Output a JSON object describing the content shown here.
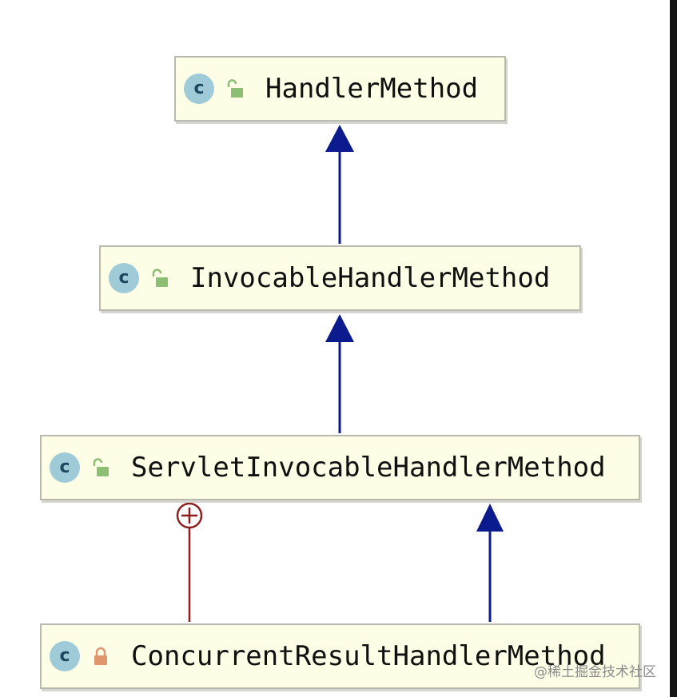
{
  "nodes": [
    {
      "id": "handler-method",
      "name": "HandlerMethod",
      "icon_letter": "c",
      "visibility": "public"
    },
    {
      "id": "invocable-handler-method",
      "name": "InvocableHandlerMethod",
      "icon_letter": "c",
      "visibility": "public"
    },
    {
      "id": "servlet-invocable-handler-method",
      "name": "ServletInvocableHandlerMethod",
      "icon_letter": "c",
      "visibility": "public"
    },
    {
      "id": "concurrent-result-handler-method",
      "name": "ConcurrentResultHandlerMethod",
      "icon_letter": "c",
      "visibility": "private"
    }
  ],
  "edges": [
    {
      "from": "invocable-handler-method",
      "to": "handler-method",
      "kind": "extends"
    },
    {
      "from": "servlet-invocable-handler-method",
      "to": "invocable-handler-method",
      "kind": "extends"
    },
    {
      "from": "concurrent-result-handler-method",
      "to": "servlet-invocable-handler-method",
      "kind": "extends"
    },
    {
      "from": "concurrent-result-handler-method",
      "to": "servlet-invocable-handler-method",
      "kind": "inner-class"
    }
  ],
  "colors": {
    "node_bg": "#fefee6",
    "class_icon": "#9fcbd8",
    "public_lock": "#8cbf74",
    "private_lock": "#e0956c",
    "extends_arrow": "#0b1a8c",
    "inner_class_line": "#8e1f1f"
  },
  "watermark": "@稀土掘金技术社区"
}
